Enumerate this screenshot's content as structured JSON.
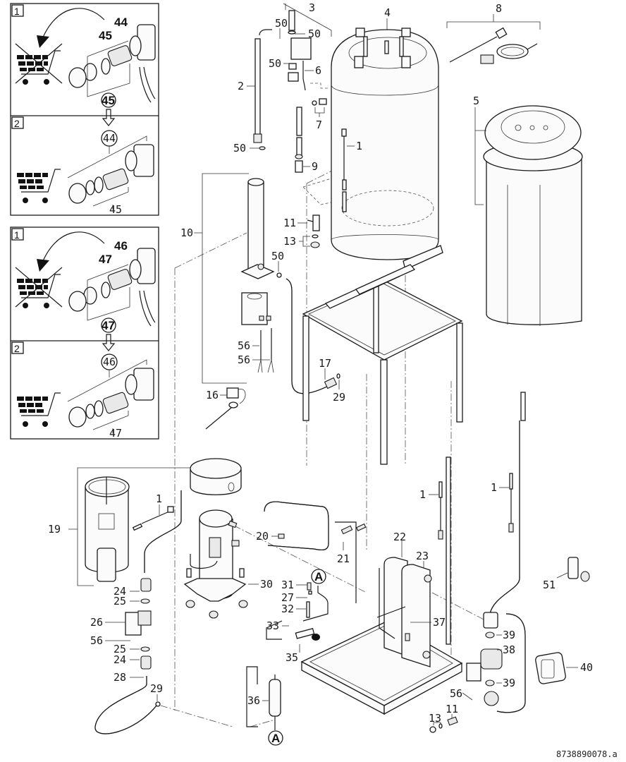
{
  "document_id": "8738890078.a",
  "callout_panels": [
    {
      "steps": [
        {
          "number": "1",
          "labels": {
            "valve": "44",
            "kit": "45",
            "circled": "45"
          },
          "cart": "crossed-out"
        },
        {
          "number": "2",
          "labels": {
            "circled_valve": "44",
            "kit": "45"
          },
          "cart": "order"
        }
      ]
    },
    {
      "steps": [
        {
          "number": "1",
          "labels": {
            "valve": "46",
            "kit": "47",
            "circled": "47"
          },
          "cart": "crossed-out"
        },
        {
          "number": "2",
          "labels": {
            "circled_valve": "46",
            "kit": "47"
          },
          "cart": "order"
        }
      ]
    }
  ],
  "part_labels": {
    "p1a": "1",
    "p1b": "1",
    "p1c": "1",
    "p1d": "1",
    "p2": "2",
    "p3": "3",
    "p4": "4",
    "p5": "5",
    "p6": "6",
    "p7": "7",
    "p8": "8",
    "p9": "9",
    "p10": "10",
    "p11a": "11",
    "p11b": "11",
    "p13a": "13",
    "p13b": "13",
    "p16": "16",
    "p17": "17",
    "p19": "19",
    "p20": "20",
    "p21": "21",
    "p22": "22",
    "p23": "23",
    "p24a": "24",
    "p24b": "24",
    "p25a": "25",
    "p25b": "25",
    "p26": "26",
    "p27": "27",
    "p28": "28",
    "p29a": "29",
    "p29b": "29",
    "p30": "30",
    "p31": "31",
    "p32": "32",
    "p33": "33",
    "p35": "35",
    "p36": "36",
    "p37": "37",
    "p38": "38",
    "p39a": "39",
    "p39b": "39",
    "p40": "40",
    "p51": "51",
    "p50a": "50",
    "p50b": "50",
    "p50c": "50",
    "p50d": "50",
    "p50e": "50",
    "p56a": "56",
    "p56b": "56",
    "p56c": "56",
    "p56d": "56"
  },
  "connector_markers": {
    "a_top": "A",
    "a_bottom": "A"
  }
}
